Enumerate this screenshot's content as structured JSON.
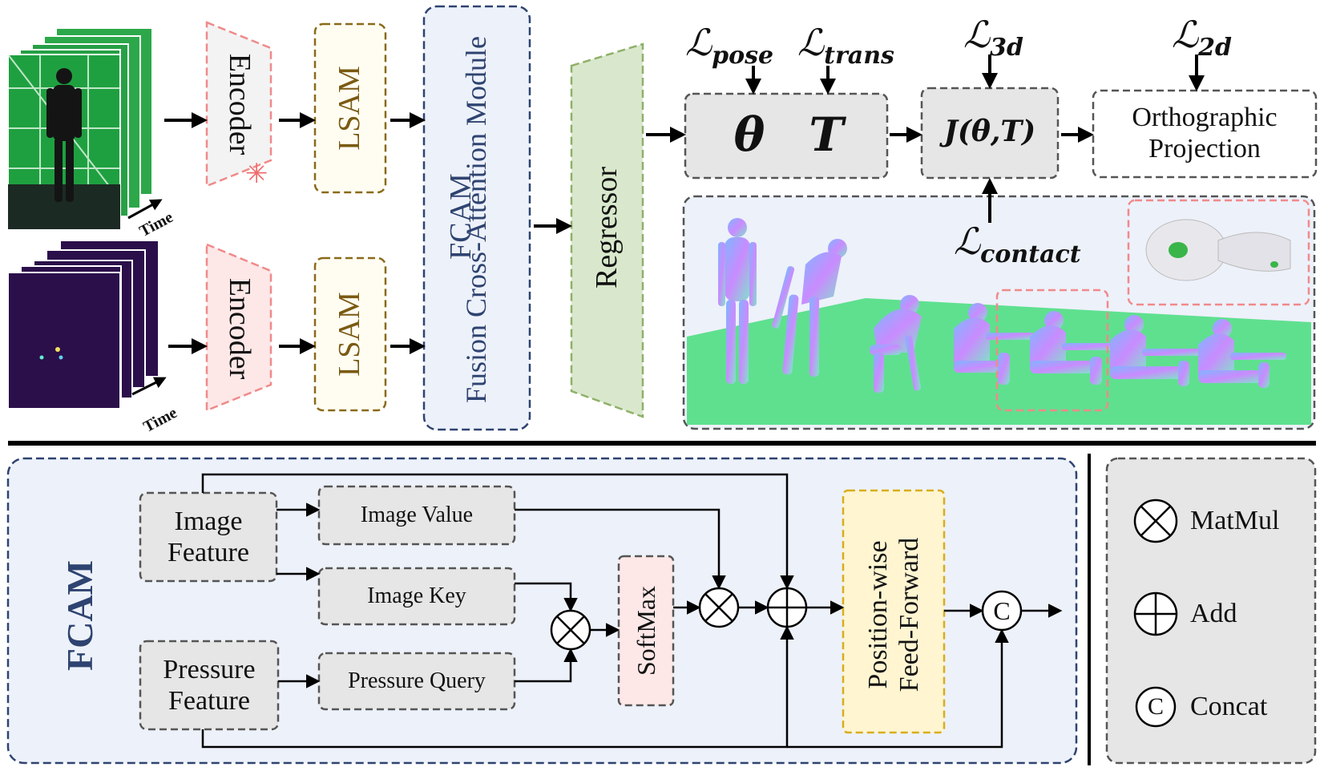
{
  "top": {
    "encoder_label": "Encoder",
    "lsam_label": "LSAM",
    "time_label": "Time",
    "fcam_title": "FCAM",
    "fcam_subtitle": "Fusion Cross-Attention Module",
    "regressor_label": "Regressor",
    "theta": "θ",
    "T": "T",
    "joint_fn": "J(θ,T)",
    "projection_label": "Orthographic\nProjection",
    "losses": {
      "L_symbol": "ℒ",
      "pose": "pose",
      "trans": "trans",
      "3d": "3d",
      "2d": "2d",
      "contact": "contact"
    }
  },
  "fcam_detail": {
    "side_title": "FCAM",
    "image_feature": "Image\nFeature",
    "pressure_feature": "Pressure\nFeature",
    "image_value": "Image Value",
    "image_key": "Image Key",
    "pressure_query": "Pressure Query",
    "softmax": "SoftMax",
    "ffn": "Position-wise\nFeed-Forward",
    "concat_symbol": "C"
  },
  "legend": {
    "items": [
      {
        "symbol": "matmul",
        "label": "MatMul"
      },
      {
        "symbol": "add",
        "label": "Add"
      },
      {
        "symbol": "concat",
        "label": "Concat"
      }
    ]
  },
  "colors": {
    "encoder_fill": "#fde7e7",
    "encoder_border": "#f08a8a",
    "lsam_fill": "#fffdf2",
    "lsam_border": "#8a6a1a",
    "fcam_fill": "#edf1fa",
    "fcam_border": "#2e4370",
    "regressor_fill": "#d9e8cc",
    "regressor_border": "#8fb06a",
    "gray_box": "#e6e6e6",
    "ffn_fill": "#fff5d1",
    "ffn_border": "#d9ad1a",
    "softmax_fill": "#fde7e7",
    "ground": "#5fe08f"
  }
}
